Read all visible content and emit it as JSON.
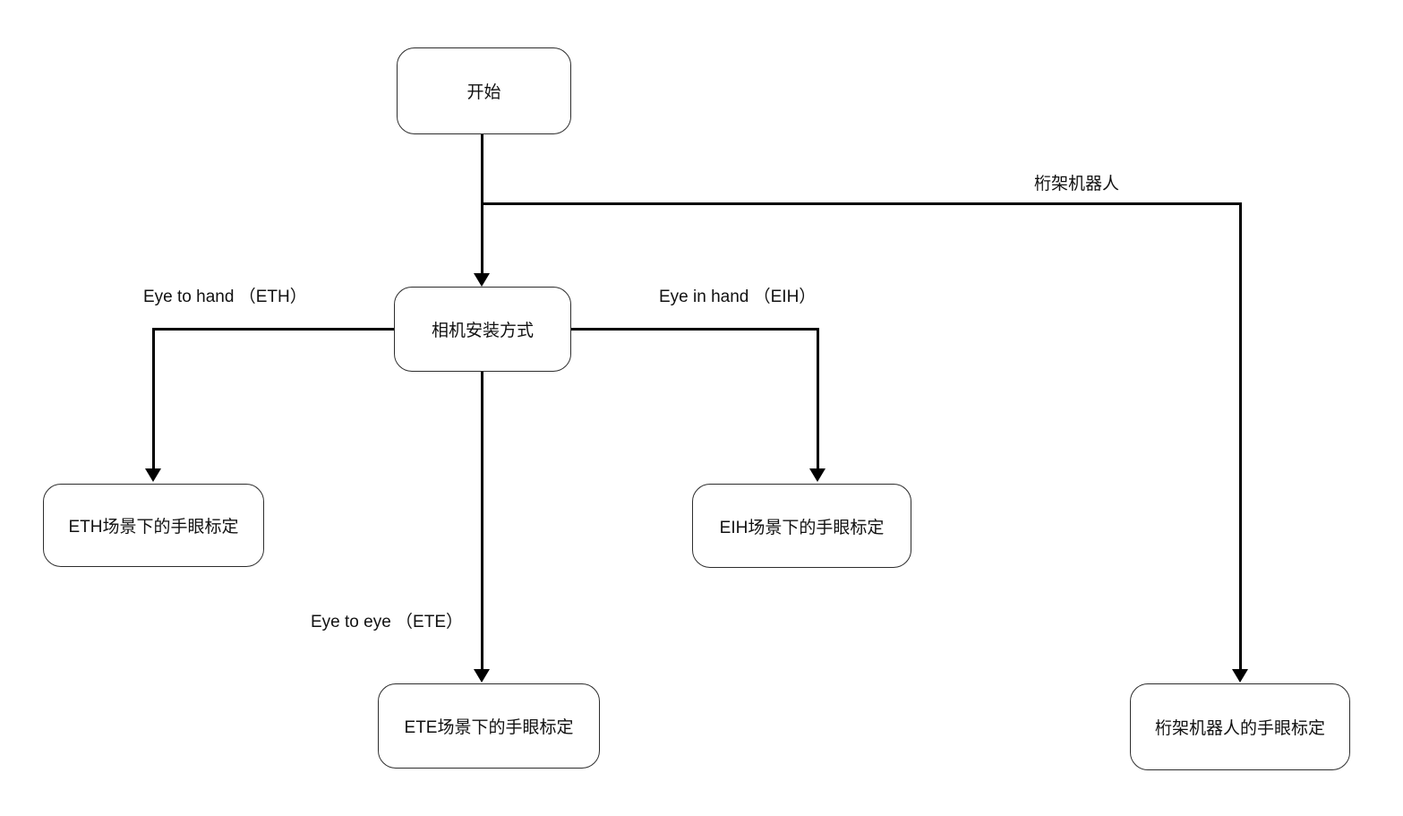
{
  "diagram": {
    "nodes": {
      "start": "开始",
      "camera_mount": "相机安装方式",
      "eth_result": "ETH场景下的手眼标定",
      "eih_result": "EIH场景下的手眼标定",
      "ete_result": "ETE场景下的手眼标定",
      "truss_result": "桁架机器人的手眼标定"
    },
    "edge_labels": {
      "eth": "Eye to hand （ETH）",
      "eih": "Eye in hand （EIH）",
      "ete": "Eye to eye （ETE）",
      "truss": "桁架机器人"
    },
    "colors": {
      "background": "#ffffff",
      "line": "#000000",
      "node_border": "#2d2d2d",
      "text": "#111111"
    }
  }
}
